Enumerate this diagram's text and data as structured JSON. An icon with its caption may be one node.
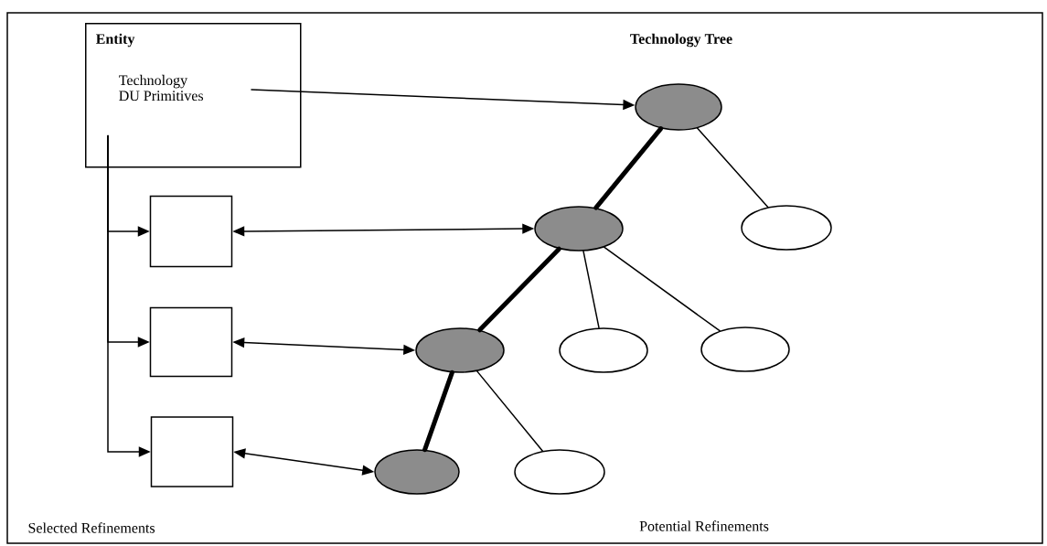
{
  "diagram": {
    "nodes": [
      {
        "text": [
          "Entity",
          "Technology DU Primitives"
        ]
      },
      {
        "text": [],
        "shape": "box"
      },
      {
        "text": [],
        "shape": "box"
      },
      {
        "text": [],
        "shape": "box"
      },
      {
        "text": [],
        "shape": "ellipse"
      },
      {
        "text": [],
        "shape": "ellipse"
      },
      {
        "text": [],
        "shape": "ellipse"
      },
      {
        "text": [],
        "shape": "ellipse"
      },
      {
        "text": [],
        "shape": "ellipse"
      },
      {
        "text": [],
        "shape": "ellipse"
      },
      {
        "text": [],
        "shape": "ellipse"
      },
      {
        "text": [],
        "shape": "ellipse"
      }
    ],
    "edges": [
      {
        "from": 0,
        "to": 4,
        "arrow": "to"
      },
      {
        "from": 0,
        "to": 1,
        "arrow": "to"
      },
      {
        "from": 0,
        "to": 2,
        "arrow": "to"
      },
      {
        "from": 0,
        "to": 3,
        "arrow": "to"
      },
      {
        "from": 1,
        "to": 5,
        "arrow": "both"
      },
      {
        "from": 2,
        "to": 7,
        "arrow": "both"
      },
      {
        "from": 3,
        "to": 10,
        "arrow": "both"
      },
      {
        "from": 4,
        "to": 5,
        "arrow": "none",
        "style": "thick"
      },
      {
        "from": 4,
        "to": 6,
        "arrow": "none"
      },
      {
        "from": 5,
        "to": 7,
        "arrow": "none",
        "style": "thick"
      },
      {
        "from": 5,
        "to": 8,
        "arrow": "none"
      },
      {
        "from": 5,
        "to": 9,
        "arrow": "none"
      },
      {
        "from": 7,
        "to": 10,
        "arrow": "none",
        "style": "thick"
      },
      {
        "from": 7,
        "to": 11,
        "arrow": "none"
      }
    ],
    "labels": [
      "Technology Tree",
      "Selected Refinements",
      "Potential Refinements"
    ]
  }
}
